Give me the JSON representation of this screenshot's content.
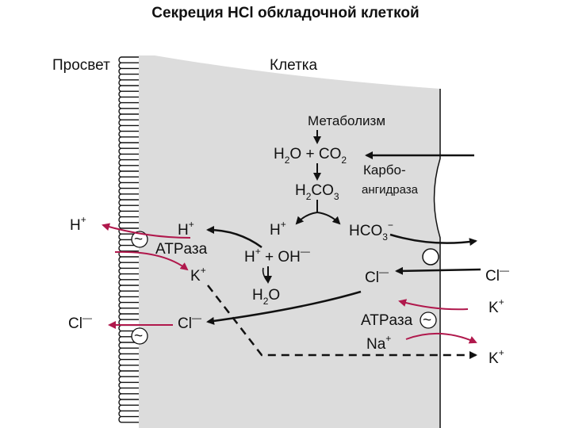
{
  "title": "Секреция HCl обкладочной клеткой",
  "labels": {
    "lumen": "Просвет",
    "cell": "Клетка",
    "metabolism": "Метаболизм",
    "h2o_co2": {
      "a": "H",
      "a_sub": "2",
      "b": "O + CO",
      "b_sub": "2"
    },
    "carbonic_anhydrase_1": "Карбо-",
    "carbonic_anhydrase_2": "ангидраза",
    "h2co3": {
      "a": "H",
      "a_sub": "2",
      "b": "CO",
      "b_sub": "3"
    },
    "h_plus_lumen": {
      "base": "H",
      "sup": "+"
    },
    "h_plus_pump": {
      "base": "H",
      "sup": "+"
    },
    "h_plus_center": {
      "base": "H",
      "sup": "+"
    },
    "hco3": {
      "base": "HCO",
      "sub": "3",
      "sup": "−"
    },
    "atpase_left": "ATPаза",
    "k_plus_left": {
      "base": "K",
      "sup": "+"
    },
    "h_oh": {
      "a": "H",
      "a_sup": "+",
      "b": " + OH",
      "b_sup": "—"
    },
    "h2o": {
      "a": "H",
      "a_sub": "2",
      "b": "O"
    },
    "cl_minus_center": {
      "base": "Cl",
      "sup": "—"
    },
    "cl_minus_right": {
      "base": "Cl",
      "sup": "—"
    },
    "cl_minus_lumen": {
      "base": "Cl",
      "sup": "—"
    },
    "cl_minus_channel": {
      "base": "Cl",
      "sup": "—"
    },
    "k_plus_right_top": {
      "base": "K",
      "sup": "+"
    },
    "k_plus_right_bottom": {
      "base": "K",
      "sup": "+"
    },
    "atpase_right": "ATPаза",
    "na_plus": {
      "base": "Na",
      "sup": "+"
    },
    "tilde": "~"
  },
  "colors": {
    "cell_fill": "#dcdcdc",
    "line": "#111111",
    "accent_red": "#b0184c"
  }
}
